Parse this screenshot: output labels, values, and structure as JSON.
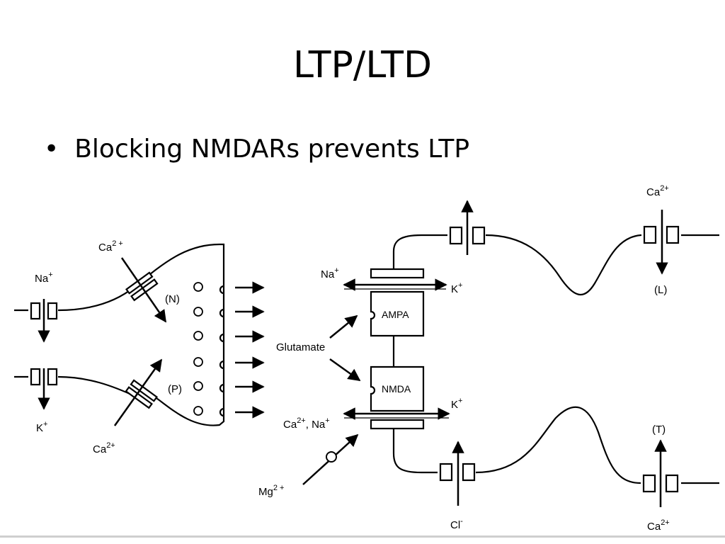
{
  "slide": {
    "title": "LTP/LTD",
    "bullet": "Blocking NMDARs prevents LTP"
  },
  "diagram": {
    "labels": {
      "na_left": "Na",
      "na_left_sup": "+",
      "k_left": "K",
      "k_left_sup": "+",
      "ca_top_left": "Ca",
      "ca_top_left_sup": "2 +",
      "ca_bottom_left": "Ca",
      "ca_bottom_left_sup": "2+",
      "n_label": "(N)",
      "p_label": "(P)",
      "glutamate": "Glutamate",
      "na_post": "Na",
      "na_post_sup": "+",
      "k_post_top": "K",
      "k_post_top_sup": "+",
      "ampa": "AMPA",
      "nmda": "NMDA",
      "k_post_bottom": "K",
      "k_post_bottom_sup": "+",
      "ca_na_main": "Ca",
      "ca_na_sup1": "2+",
      "ca_na_mid": ", Na",
      "ca_na_sup2": "+",
      "mg": "Mg",
      "mg_sup": "2 +",
      "ca_top_right": "Ca",
      "ca_top_right_sup": "2+",
      "l_label": "(L)",
      "t_label": "(T)",
      "cl": "Cl",
      "cl_sup": "-",
      "ca_bottom_right": "Ca",
      "ca_bottom_right_sup": "2+"
    }
  }
}
